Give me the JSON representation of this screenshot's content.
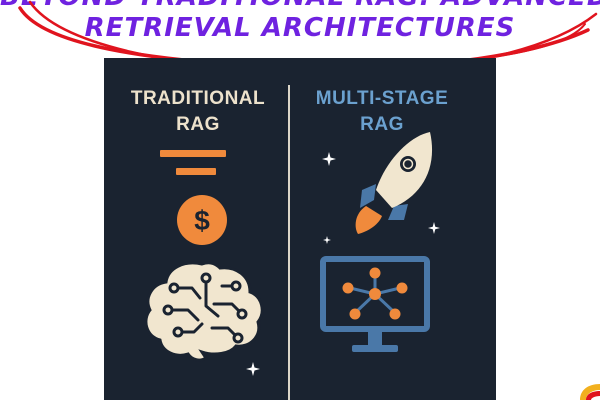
{
  "title": {
    "line1": "BEYOND TRADITIONAL RAG: ADVANCED KNOWLEDGE",
    "line2": "RETRIEVAL ARCHITECTURES"
  },
  "left_column": {
    "title_line1": "TRADITIONAL",
    "title_line2": "RAG",
    "icons": [
      "bars-icon",
      "dollar-coin-icon",
      "brain-circuit-icon",
      "sparkle-icon"
    ]
  },
  "right_column": {
    "title_line1": "MULTI-STAGE",
    "title_line2": "RAG",
    "icons": [
      "rocket-icon",
      "sparkle-icon",
      "monitor-network-icon"
    ]
  },
  "colors": {
    "title": "#6f22e0",
    "panel": "#1a2330",
    "accent_orange": "#f08a3c",
    "left_title": "#ede2cc",
    "right_title": "#6ba1cf",
    "swirl": "#e0141e"
  }
}
